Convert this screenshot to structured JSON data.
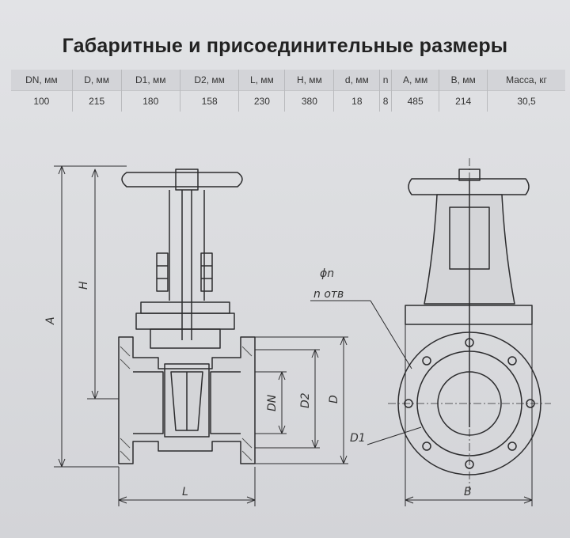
{
  "title": "Габаритные и присоединительные размеры",
  "table": {
    "headers": [
      "DN, мм",
      "D, мм",
      "D1, мм",
      "D2, мм",
      "L, мм",
      "H, мм",
      "d, мм",
      "n",
      "A, мм",
      "B, мм",
      "Масса, кг"
    ],
    "values": [
      "100",
      "215",
      "180",
      "158",
      "230",
      "380",
      "18",
      "8",
      "485",
      "214",
      "30,5"
    ]
  },
  "drawing_labels": {
    "A": "A",
    "H": "H",
    "L": "L",
    "DN": "DN",
    "D2": "D2",
    "D": "D",
    "D1": "D1",
    "B": "B",
    "phi_n": "ϕn",
    "n_otv": "n отв"
  }
}
